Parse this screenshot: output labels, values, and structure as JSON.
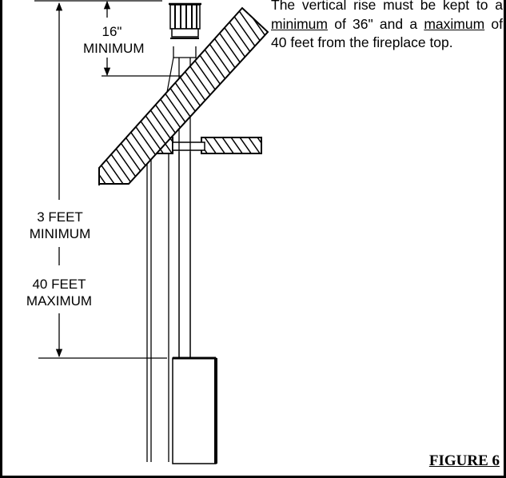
{
  "labels": {
    "top_dimension": [
      "16\"",
      "MINIMUM"
    ],
    "rise_minimum": [
      "3 FEET",
      "MINIMUM"
    ],
    "rise_maximum": [
      "40 FEET",
      "MAXIMUM"
    ]
  },
  "note": {
    "part1": "The vertical rise must be kept to a ",
    "minimum": "minimum",
    "part2": " of 36\" and a ",
    "maximum": "maximum",
    "part3": " of 40 feet from the fireplace top."
  },
  "figure_label": "FIGURE 6",
  "colors": {
    "ink": "#000000",
    "paper": "#ffffff"
  },
  "icons": [
    "termination-cap-icon",
    "dimension-arrow-icon"
  ]
}
